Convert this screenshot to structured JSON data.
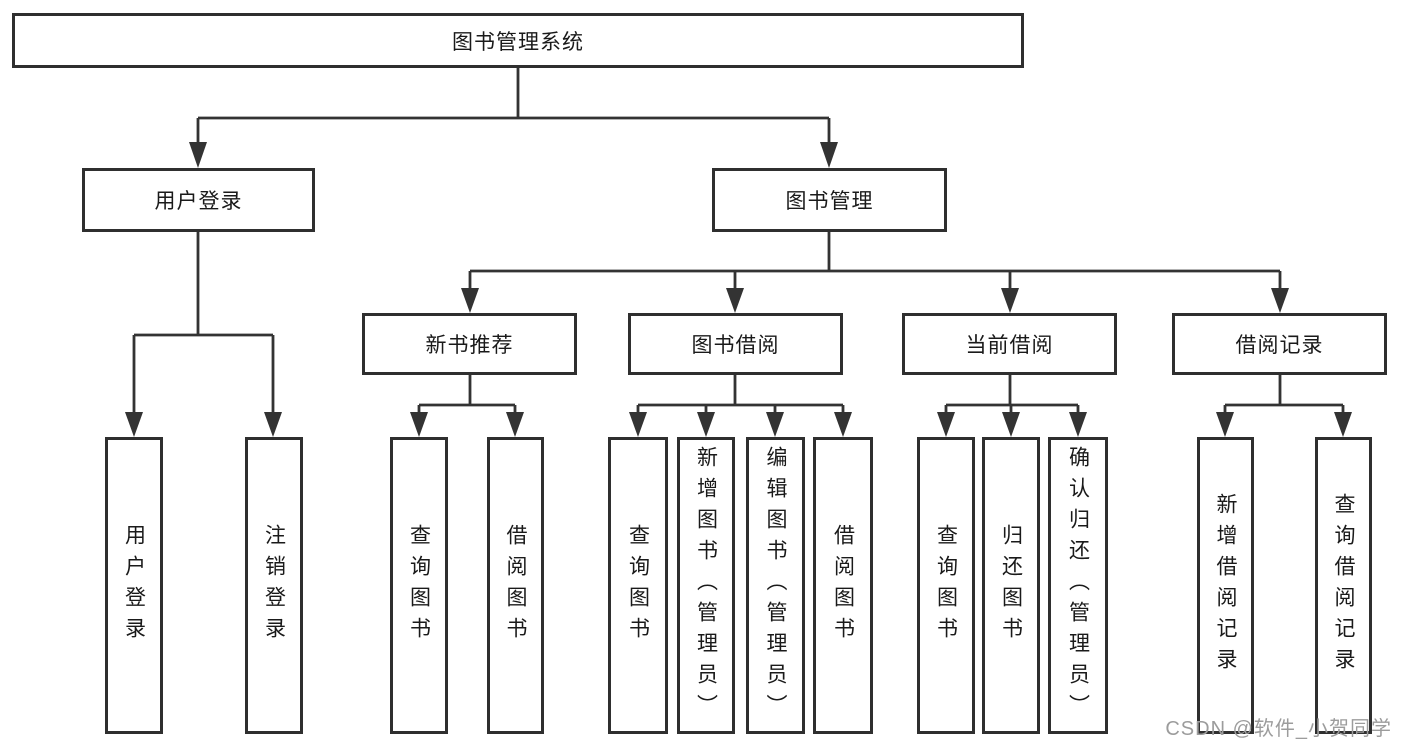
{
  "tree": {
    "label": "图书管理系统",
    "children": [
      {
        "label": "用户登录",
        "children": [
          {
            "label": "用户登录"
          },
          {
            "label": "注销登录"
          }
        ]
      },
      {
        "label": "图书管理",
        "children": [
          {
            "label": "新书推荐",
            "children": [
              {
                "label": "查询图书"
              },
              {
                "label": "借阅图书"
              }
            ]
          },
          {
            "label": "图书借阅",
            "children": [
              {
                "label": "查询图书"
              },
              {
                "label": "新增图书（管理员）"
              },
              {
                "label": "编辑图书（管理员）"
              },
              {
                "label": "借阅图书"
              }
            ]
          },
          {
            "label": "当前借阅",
            "children": [
              {
                "label": "查询图书"
              },
              {
                "label": "归还图书"
              },
              {
                "label": "确认归还（管理员）"
              }
            ]
          },
          {
            "label": "借阅记录",
            "children": [
              {
                "label": "新增借阅记录"
              },
              {
                "label": "查询借阅记录"
              }
            ]
          }
        ]
      }
    ]
  },
  "watermark": {
    "text": "CSDN @软件_小贺同学"
  },
  "colors": {
    "line": "#333333",
    "box_border": "#2f2f2f",
    "box_background": "#ffffff",
    "text": "#1a1a1a",
    "watermark_text": "#9c9c9c",
    "page_background": "#ffffff"
  }
}
